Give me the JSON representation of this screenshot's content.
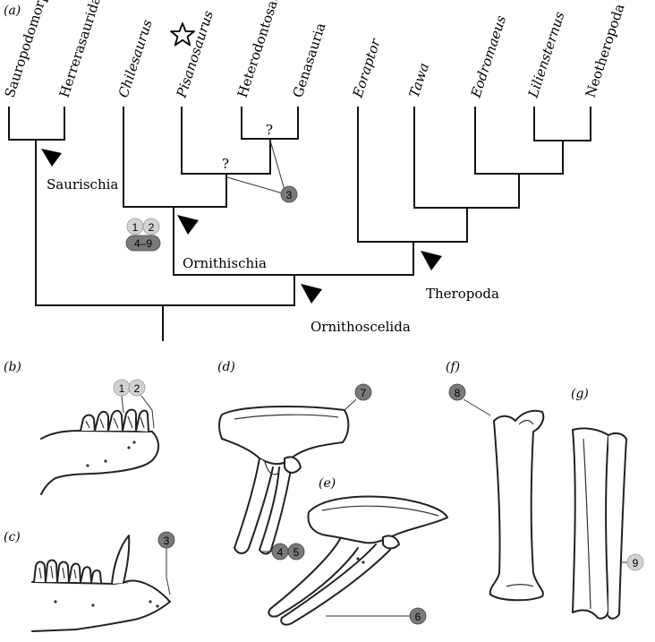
{
  "panel_labels": {
    "a": "(a)",
    "b": "(b)",
    "c": "(c)",
    "d": "(d)",
    "e": "(e)",
    "f": "(f)",
    "g": "(g)"
  },
  "taxa": [
    {
      "name": "Sauropodomorpha",
      "italic": false
    },
    {
      "name": "Herrerasauridae",
      "italic": false
    },
    {
      "name": "Chilesaurus",
      "italic": true
    },
    {
      "name": "Pisanosaurus",
      "italic": true
    },
    {
      "name": "Heterodontosauridae",
      "italic": false
    },
    {
      "name": "Genasauria",
      "italic": false
    },
    {
      "name": "Eoraptor",
      "italic": true
    },
    {
      "name": "Tawa",
      "italic": true
    },
    {
      "name": "Eodromaeus",
      "italic": true
    },
    {
      "name": "Liliensternus",
      "italic": true
    },
    {
      "name": "Neotheropoda",
      "italic": false
    }
  ],
  "clades": {
    "saurischia": "Saurischia",
    "ornithischia": "Ornithischia",
    "theropoda": "Theropoda",
    "ornithoscelida": "Ornithoscelida"
  },
  "question_marks": [
    "?",
    "?"
  ],
  "badges": [
    {
      "id": "b3-tree",
      "text": "3",
      "tone": "dark"
    },
    {
      "id": "b1-tree",
      "text": "1",
      "tone": "light"
    },
    {
      "id": "b2-tree",
      "text": "2",
      "tone": "light"
    },
    {
      "id": "b49-tree",
      "text": "4–9",
      "tone": "dark"
    },
    {
      "id": "b1-jaw",
      "text": "1",
      "tone": "light"
    },
    {
      "id": "b2-jaw",
      "text": "2",
      "tone": "light"
    },
    {
      "id": "b3-jaw",
      "text": "3",
      "tone": "dark"
    },
    {
      "id": "b7",
      "text": "7",
      "tone": "dark"
    },
    {
      "id": "b4",
      "text": "4",
      "tone": "dark"
    },
    {
      "id": "b5",
      "text": "5",
      "tone": "dark"
    },
    {
      "id": "b6",
      "text": "6",
      "tone": "dark"
    },
    {
      "id": "b8",
      "text": "8",
      "tone": "dark"
    },
    {
      "id": "b9",
      "text": "9",
      "tone": "light"
    }
  ],
  "colors": {
    "dark_badge": "#7a7a7a",
    "light_badge": "#d2d2d2",
    "line": "#111111",
    "marker": "#000000"
  }
}
